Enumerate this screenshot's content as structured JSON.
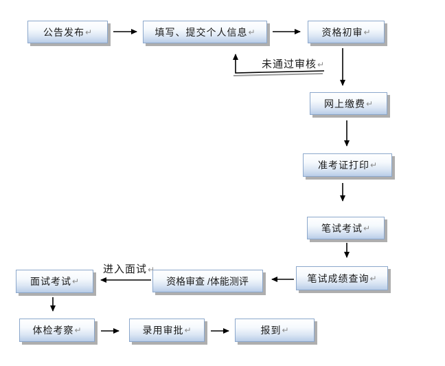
{
  "nodes": [
    {
      "label": "公告发布",
      "mark": "↵"
    },
    {
      "label": "填写、提交个人信息",
      "mark": "↵"
    },
    {
      "label": "资格初审",
      "mark": "↵"
    },
    {
      "label": "网上缴费",
      "mark": "↵"
    },
    {
      "label": "准考证打印",
      "mark": "↵"
    },
    {
      "label": "笔试考试",
      "mark": "↵"
    },
    {
      "label": "笔试成绩查询",
      "mark": "↵"
    },
    {
      "label": "资格审查 /体能测评",
      "mark": ""
    },
    {
      "label": "面试考试",
      "mark": "↵"
    },
    {
      "label": "体检考察",
      "mark": "↵"
    },
    {
      "label": "录用审批",
      "mark": "↵"
    },
    {
      "label": "报到",
      "mark": "↵"
    }
  ],
  "edge_labels": [
    {
      "text": "未通过审核",
      "mark": "↵"
    },
    {
      "text": "进入面试",
      "mark": "↵"
    }
  ],
  "colors": {
    "box_fill_top": "#ffffff",
    "box_fill_bottom": "#b9cde8",
    "box_border": "#8ba7cb",
    "box_shadow": "#aeaeae",
    "arrow": "#000000",
    "connector_shadow": "#9a9a9a",
    "paragraph_mark": "#8a8a8a"
  }
}
